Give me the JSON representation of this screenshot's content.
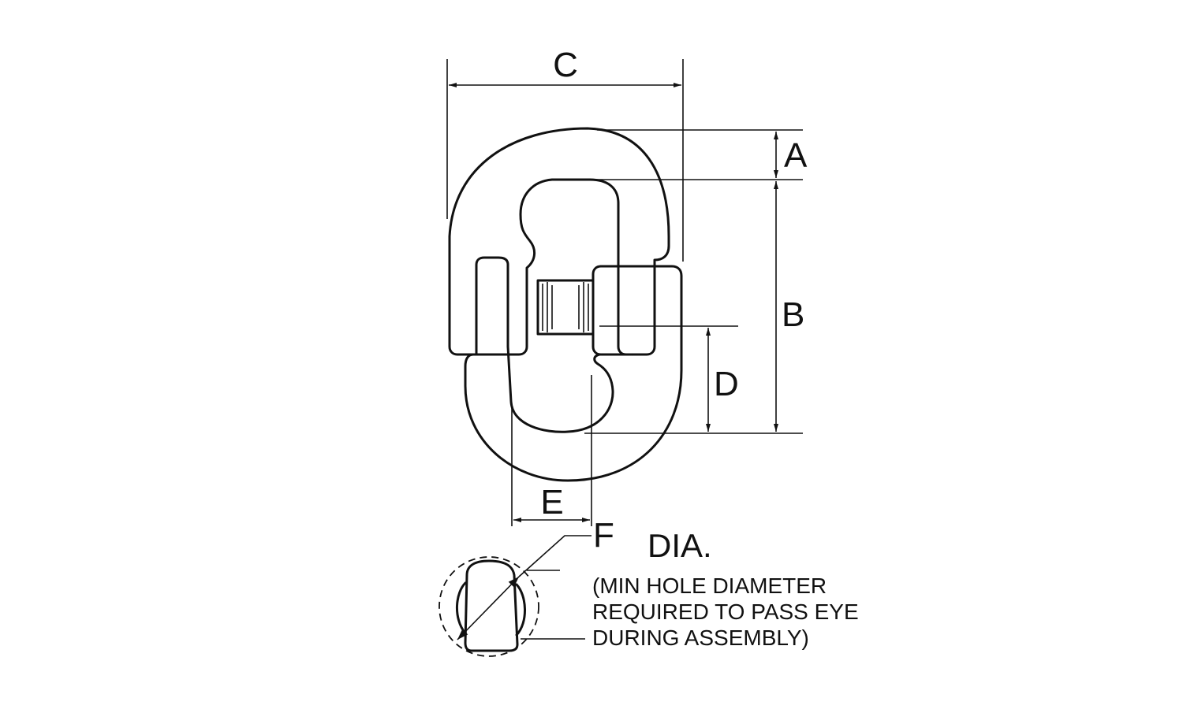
{
  "labels": {
    "A": "A",
    "B": "B",
    "C": "C",
    "D": "D",
    "E": "E",
    "F": "F",
    "dia": "DIA."
  },
  "note": [
    "(MIN HOLE DIAMETER",
    "REQUIRED TO PASS EYE",
    "DURING ASSEMBLY)"
  ],
  "colors": {
    "line": "#111111",
    "background": "#ffffff"
  }
}
